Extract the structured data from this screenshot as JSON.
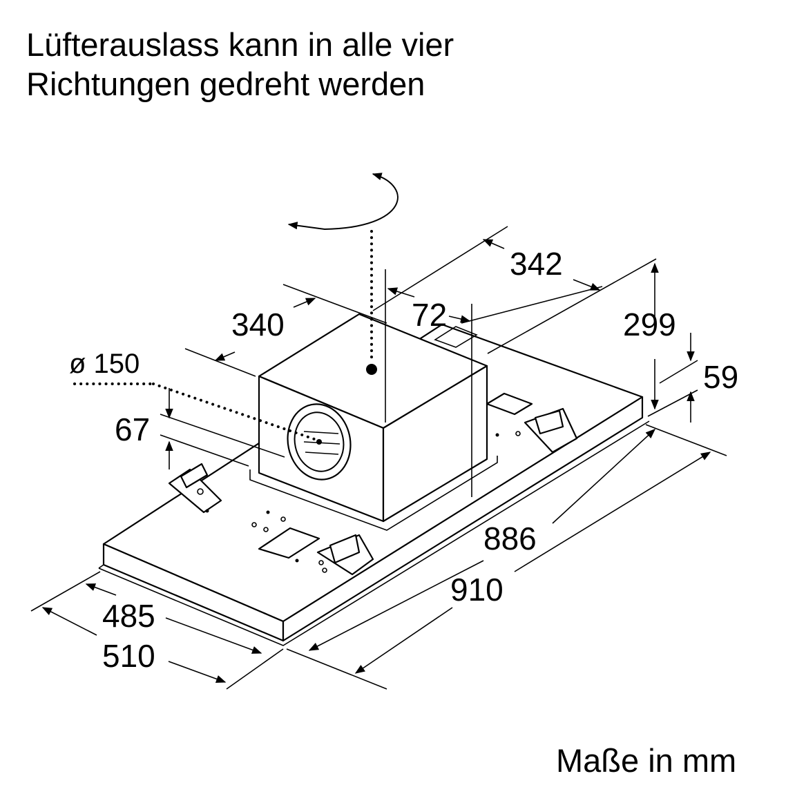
{
  "title": {
    "line1": "Lüfterauslass kann in alle vier",
    "line2": "Richtungen gedreht werden"
  },
  "units_note": "Maße in mm",
  "dimensions": {
    "motor_depth": "342",
    "motor_width": "340",
    "offset": "72",
    "total_height": "299",
    "panel_height": "59",
    "outlet_diameter": "ø 150",
    "outlet_height": "67",
    "inner_length": "886",
    "outer_length": "910",
    "inner_depth": "485",
    "outer_depth": "510"
  }
}
